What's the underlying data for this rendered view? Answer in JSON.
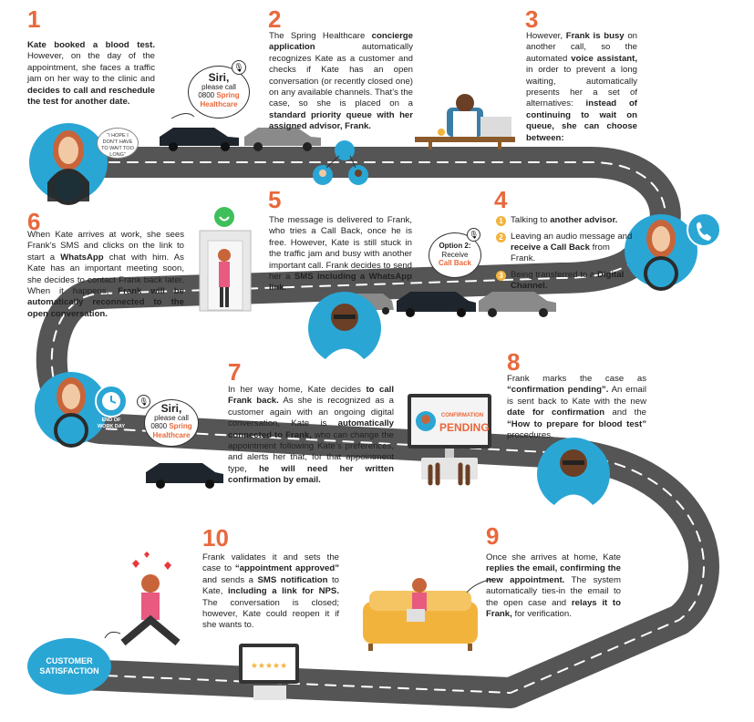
{
  "steps": [
    {
      "num": "1"
    },
    {
      "num": "2"
    },
    {
      "num": "3"
    },
    {
      "num": "4"
    },
    {
      "num": "5"
    },
    {
      "num": "6"
    },
    {
      "num": "7"
    },
    {
      "num": "8"
    },
    {
      "num": "9"
    },
    {
      "num": "10"
    }
  ],
  "text": {
    "s1": {
      "a": "Kate booked a blood test.",
      "b": "However, on the day of the appointment, she faces a traffic jam on her way to the clinic and",
      "c": "decides to call and reschedule the test for another date."
    },
    "s2": {
      "a": "The Spring Healthcare",
      "b": "concierge application",
      "c": "automatically recognizes Kate as a customer and checks if Kate has an open conversation (or recently closed one) on any available channels. That’s the case, so she is placed on a",
      "d": "standard priority queue with her assigned advisor, Frank."
    },
    "s3": {
      "a": "However,",
      "b": "Frank is busy",
      "c": "on another call, so the automated",
      "d": "voice assistant,",
      "e": "in order to prevent a long waiting, automatically presents her a set of alternatives:",
      "f": "instead of continuing to wait on queue, she can choose between:"
    },
    "s4": {
      "opts": [
        {
          "n": "1",
          "a": "Talking to",
          "b": "another advisor."
        },
        {
          "n": "2",
          "a": "Leaving an audio message and",
          "b": "receive a Call Back",
          "c": "from Frank."
        },
        {
          "n": "3",
          "a": "Being transferred to a",
          "b": "Digital Channel."
        }
      ]
    },
    "s5": {
      "a": "The message is delivered to Frank, who tries a Call Back, once he is free. However, Kate is still stuck in the traffic jam and busy with another important call.  Frank decides to send her a",
      "b": "SMS including a WhatsApp link."
    },
    "s6": {
      "a": "When Kate arrives at work, she sees Frank’s SMS and clicks on the link to start a",
      "b": "WhatsApp",
      "c": "chat with him. As Kate has an important meeting soon, she decides to contact Frank back later. When it happens,",
      "d": "Frank will be automatically reconnected to the open conversation."
    },
    "s7": {
      "a": "In her way home, Kate decides",
      "b": "to call Frank back.",
      "c": "As she is recognized as a customer again with an ongoing digital conversation, Kate is",
      "d": "automatically connected to Frank,",
      "e": "who can change the appointment following Kate’s preferences, and alerts her that, for that appointment type,",
      "f": "he will need her written confirmation by email."
    },
    "s8": {
      "a": "Frank marks the case as",
      "b": "“confirmation pending”.",
      "c": "An email is sent back to Kate with the new",
      "d": "date for confirmation",
      "e": "and the",
      "f": "“How to prepare for blood test”",
      "g": "procedures."
    },
    "s9": {
      "a": "Once she arrives at home, Kate",
      "b": "replies the email, confirming the new appointment.",
      "c": "The system automatically ties-in the email to the open case and",
      "d": "relays it to Frank,",
      "e": "for verification."
    },
    "s10": {
      "a": "Frank validates it and sets the case to",
      "b": "“appointment approved”",
      "c": "and sends a",
      "d": "SMS notification",
      "e": "to Kate,",
      "f": "including a link for NPS.",
      "g": "The conversation is closed; however, Kate could reopen it if she wants to."
    }
  },
  "bubbles": {
    "siri1": {
      "l1": "Siri,",
      "l2": "please call",
      "l3": "0800",
      "l4": "Spring",
      "l5": "Healthcare"
    },
    "siri2": {
      "l1": "Siri,",
      "l2": "please call",
      "l3": "0800",
      "l4": "Spring",
      "l5": "Healthcare"
    },
    "option2": {
      "l1": "Option 2:",
      "l2": "Receive",
      "l3": "Call Back"
    },
    "hope": "“I HOPE I DON’T HAVE TO WAIT TOO LONG”",
    "endday": {
      "l1": "END OF",
      "l2": "WORK DAY"
    },
    "pending": {
      "l1": "CONFIRMATION",
      "l2": "PENDING"
    }
  },
  "customer_satisfaction": {
    "l1": "CUSTOMER",
    "l2": "SATISFACTION"
  },
  "colors": {
    "road": "#555555",
    "accent": "#e8683c",
    "blue": "#2aa6d5",
    "yellow": "#f2b33d"
  }
}
